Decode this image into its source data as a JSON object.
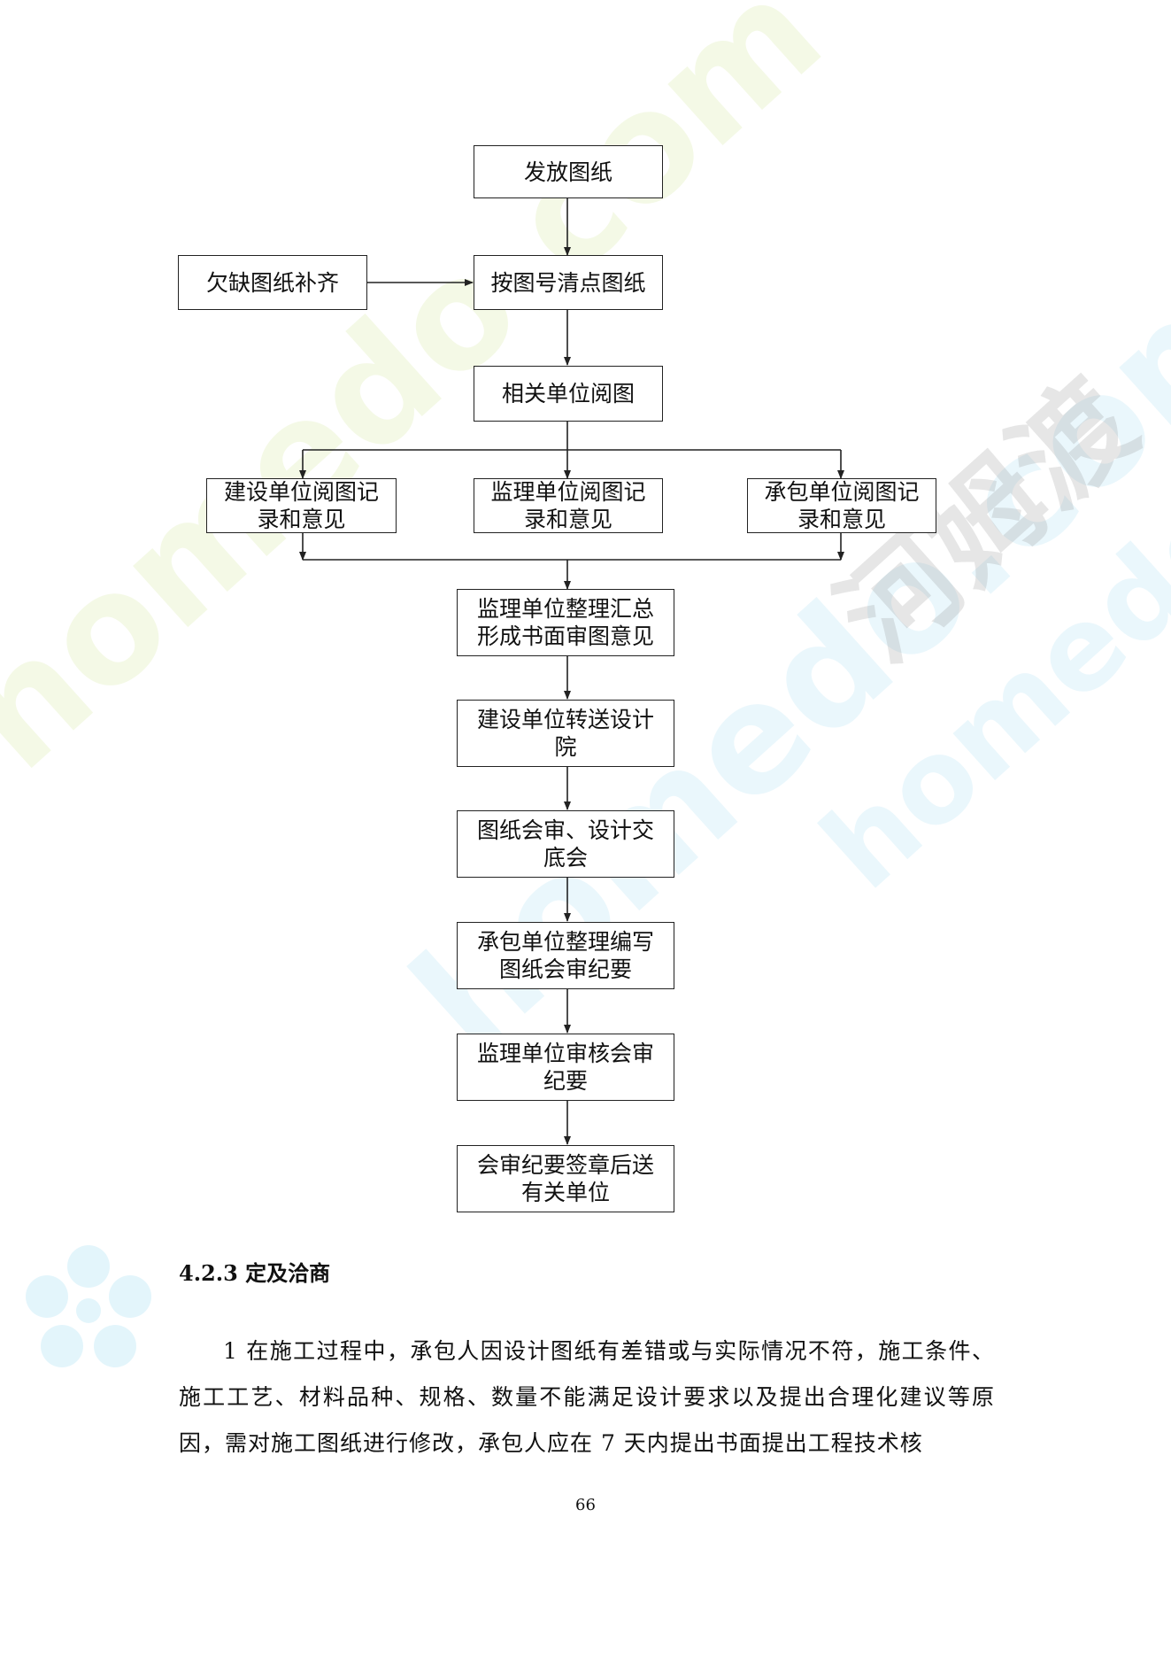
{
  "flowchart": {
    "nodes": {
      "n1": "发放图纸",
      "n_side": "欠缺图纸补齐",
      "n2": "按图号清点图纸",
      "n3": "相关单位阅图",
      "n4a": [
        "建设单位阅图记",
        "录和意见"
      ],
      "n4b": [
        "监理单位阅图记",
        "录和意见"
      ],
      "n4c": [
        "承包单位阅图记",
        "录和意见"
      ],
      "n5": [
        "监理单位整理汇总",
        "形成书面审图意见"
      ],
      "n6": [
        "建设单位转送设计",
        "院"
      ],
      "n7": [
        "图纸会审、设计交",
        "底会"
      ],
      "n8": [
        "承包单位整理编写",
        "图纸会审纪要"
      ],
      "n9": [
        "监理单位审核会审",
        "纪要"
      ],
      "n10": [
        "会审纪要签章后送",
        "有关单位"
      ]
    }
  },
  "section": {
    "heading": "4.2.3 定及洽商",
    "paragraph": "1 在施工过程中，承包人因设计图纸有差错或与实际情况不符，施工条件、施工工艺、材料品种、规格、数量不能满足设计要求以及提出合理化建议等原因，需对施工图纸进行修改，承包人应在 7 天内提出书面提出工程技术核"
  },
  "page_number": "66",
  "watermarks": {
    "latin": "homedo.com",
    "chinese": "河姆渡"
  }
}
